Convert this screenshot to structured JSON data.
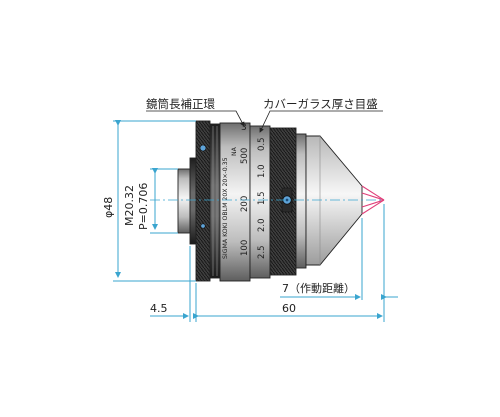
{
  "labels": {
    "correction_ring": "鏡筒長補正環",
    "cover_glass_scale": "カバーガラス厚さ目盛",
    "diameter": "φ48",
    "thread": "M20.32",
    "pitch": "P=0.706",
    "flange": "4.5",
    "length": "60",
    "working_distance": "7（作動距離）"
  },
  "barrel_text": {
    "maker": "SIGMA KOKI OBLM 20X 20×-0.35",
    "na": "NA",
    "scale_top": "500",
    "scale_mid": "200",
    "scale_low": "100"
  },
  "cover_scale": [
    "0.5",
    "1.0",
    "1.5",
    "2.0",
    "2.5"
  ],
  "ring_mark": "3",
  "colors": {
    "dimension": "#3aa5cf",
    "focus": "#e0407a",
    "body_dark": "#2a2a2a",
    "body_mid": "#7a7a7a",
    "body_light": "#d8d8d8"
  }
}
